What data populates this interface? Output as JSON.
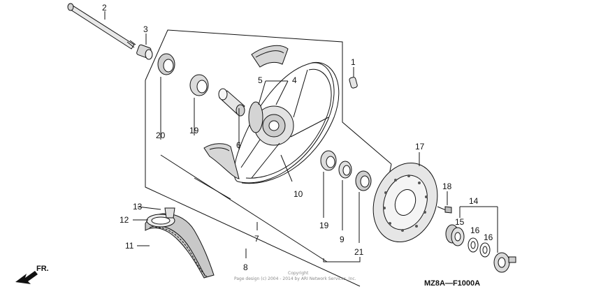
{
  "diagram": {
    "code": "MZ8A—F1000A",
    "copyright_line1": "Copyright",
    "copyright_line2": "Page design (c) 2004 - 2014 by ARI Network Services, Inc.",
    "direction": "FR."
  },
  "callouts": {
    "c1": "1",
    "c2": "2",
    "c3": "3",
    "c4": "4",
    "c5": "5",
    "c6": "6",
    "c7": "7",
    "c8": "8",
    "c9": "9",
    "c10": "10",
    "c11": "11",
    "c12": "12",
    "c13": "13",
    "c14": "14",
    "c15": "15",
    "c16a": "16",
    "c16b": "16",
    "c17": "17",
    "c18": "18",
    "c19a": "19",
    "c19b": "19",
    "c20": "20",
    "c21": "21"
  }
}
